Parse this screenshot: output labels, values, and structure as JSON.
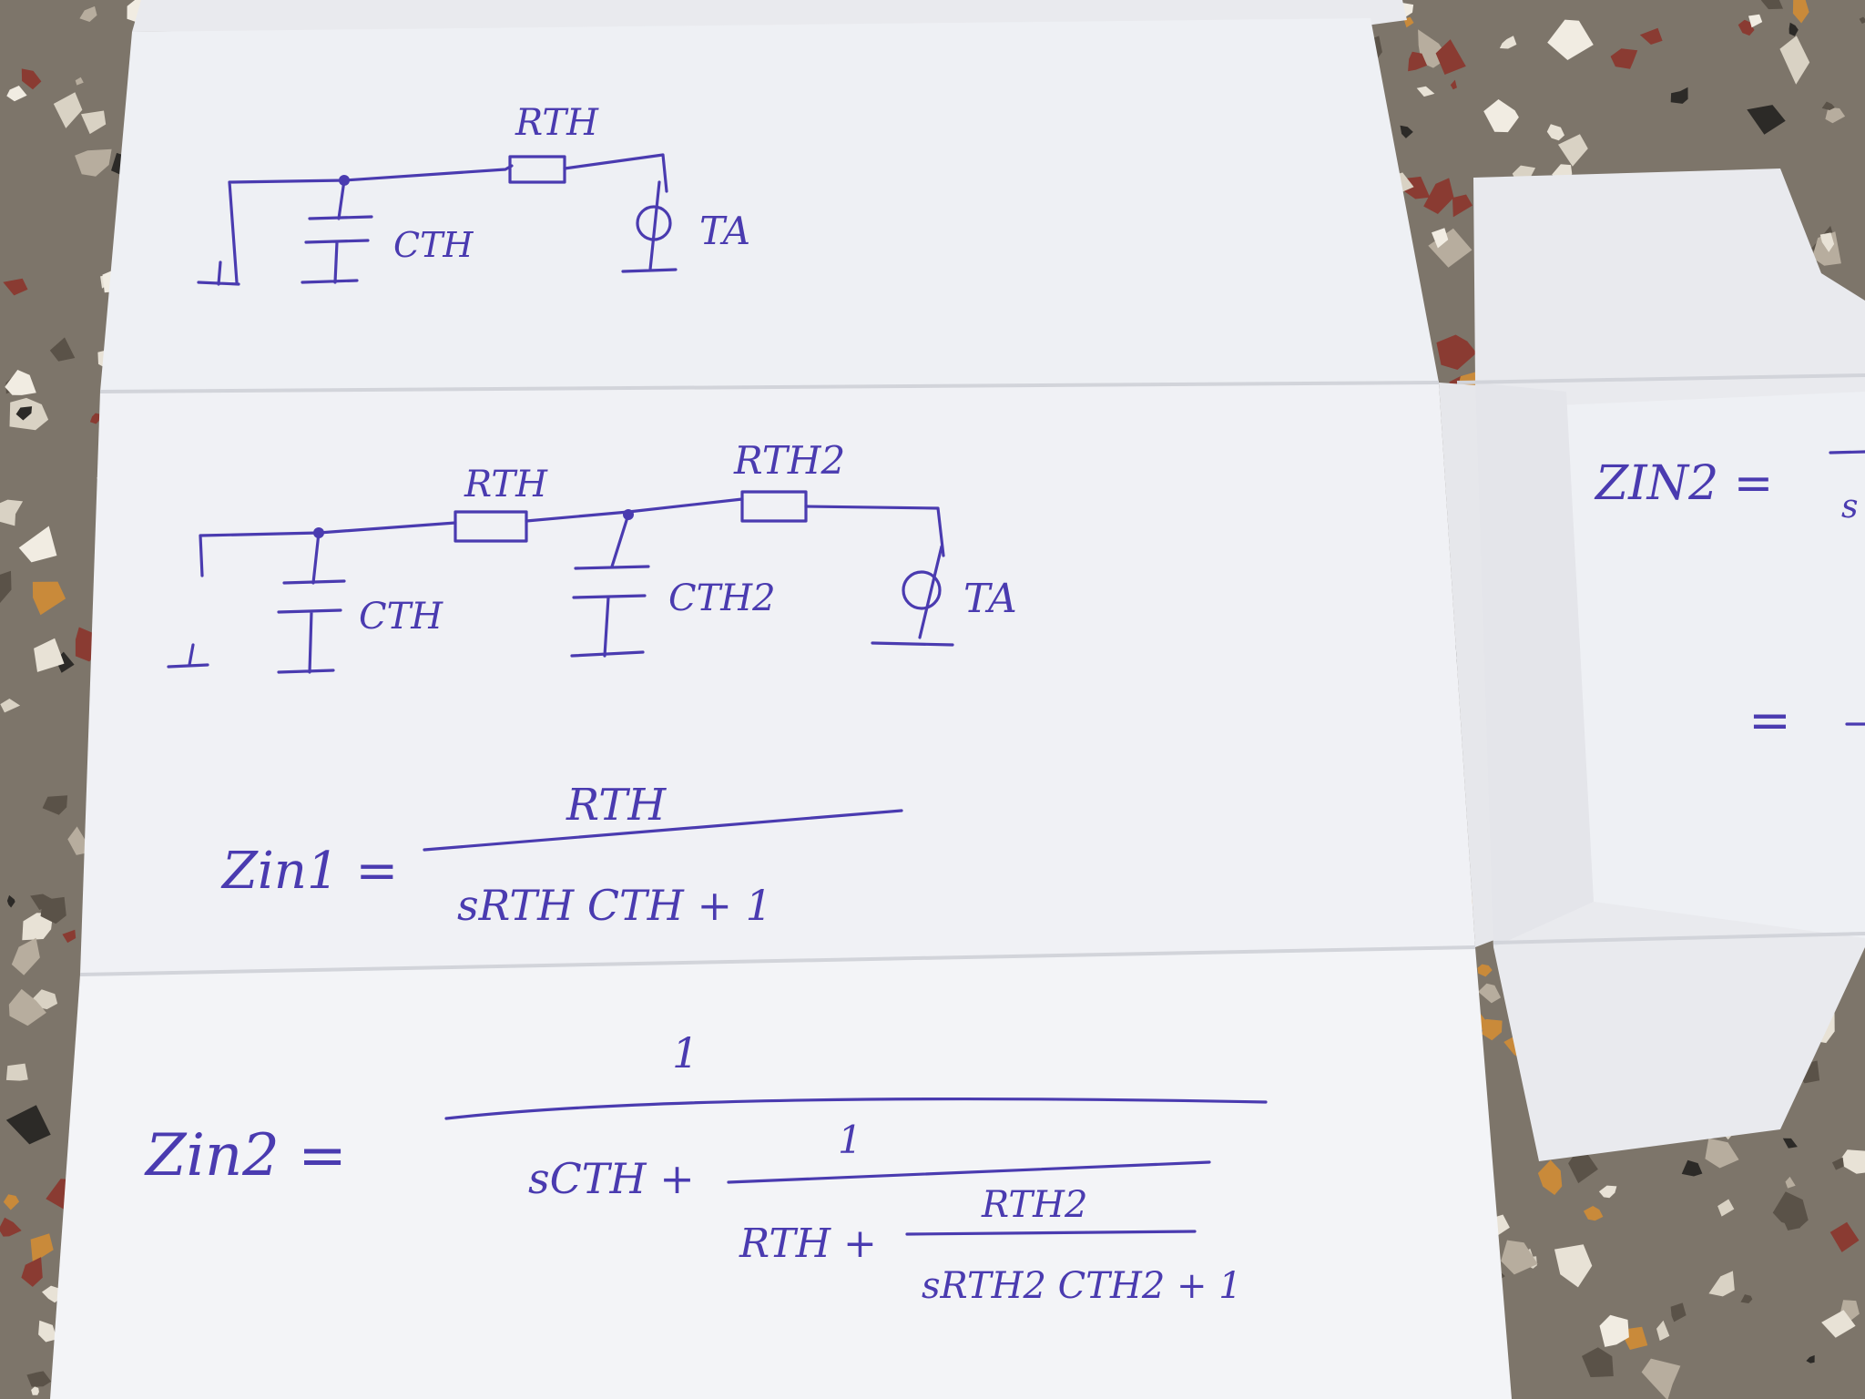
{
  "colors": {
    "ink": "#4a3bb0",
    "paper": "#f2f3f6",
    "floor": "#7a7266"
  },
  "circuit1": {
    "r_label": "RTH",
    "c_label": "CTH",
    "source_label": "TA"
  },
  "circuit2": {
    "r1_label": "RTH",
    "r2_label": "RTH2",
    "c1_label": "CTH",
    "c2_label": "CTH2",
    "source_label": "TA"
  },
  "eq1": {
    "lhs": "Zin1 =",
    "numerator": "RTH",
    "denominator": "sRTH CTH + 1"
  },
  "eq2": {
    "lhs": "Zin2 =",
    "numerator": "1",
    "den_first": "sCTH +",
    "inner_numerator": "1",
    "inner_den_first": "RTH +",
    "innermost_numerator": "RTH2",
    "innermost_denominator": "sRTH2 CTH2 + 1"
  },
  "right_sheet": {
    "lhs": "ZIN2 =",
    "equals": "=",
    "cut_glyph": "s"
  }
}
